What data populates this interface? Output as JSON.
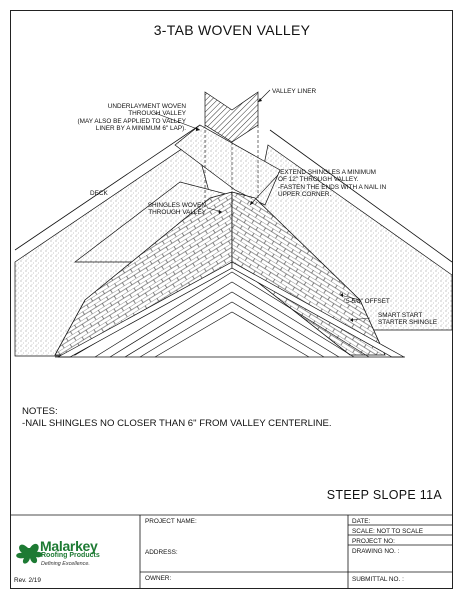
{
  "title": "3-TAB WOVEN VALLEY",
  "labels": {
    "valley_liner": "VALLEY LINER",
    "underlayment": [
      "UNDERLAYMENT WOVEN",
      "THROUGH VALLEY",
      "(MAY ALSO BE APPLIED TO VALLEY",
      "LINER BY A MINIMUM 6\" LAP)."
    ],
    "extend": [
      "-EXTEND SHINGLES A MINIMUM",
      "OF 12\" THROUGH VALLEY.",
      "-FASTEN THE ENDS WITH A NAIL IN",
      "UPPER CORNER."
    ],
    "deck": "DECK",
    "shingles_woven": [
      "SHINGLES WOVEN",
      "THROUGH VALLEY"
    ],
    "offset": "5-5/8\" OFFSET",
    "smart_start": [
      "SMART START",
      "STARTER SHINGLE"
    ]
  },
  "notes": {
    "heading": "NOTES:",
    "line1": "-NAIL SHINGLES NO CLOSER THAN 6\" FROM VALLEY CENTERLINE."
  },
  "drawing_code": "STEEP SLOPE 11A",
  "title_block": {
    "project_name": "PROJECT NAME:",
    "address": "ADDRESS:",
    "owner": "OWNER:",
    "date": "DATE:",
    "scale": "SCALE:  NOT TO SCALE",
    "project_no": "PROJECT NO:",
    "drawing_no": "DRAWING NO. :",
    "submittal_no": "SUBMITTAL NO. :"
  },
  "logo": {
    "name": "Malarkey",
    "sub": "Roofing Products",
    "tagline": "Defining Excellence."
  },
  "revision": "Rev. 2/19",
  "colors": {
    "brand_green": "#1d7a33",
    "line": "#111111"
  }
}
